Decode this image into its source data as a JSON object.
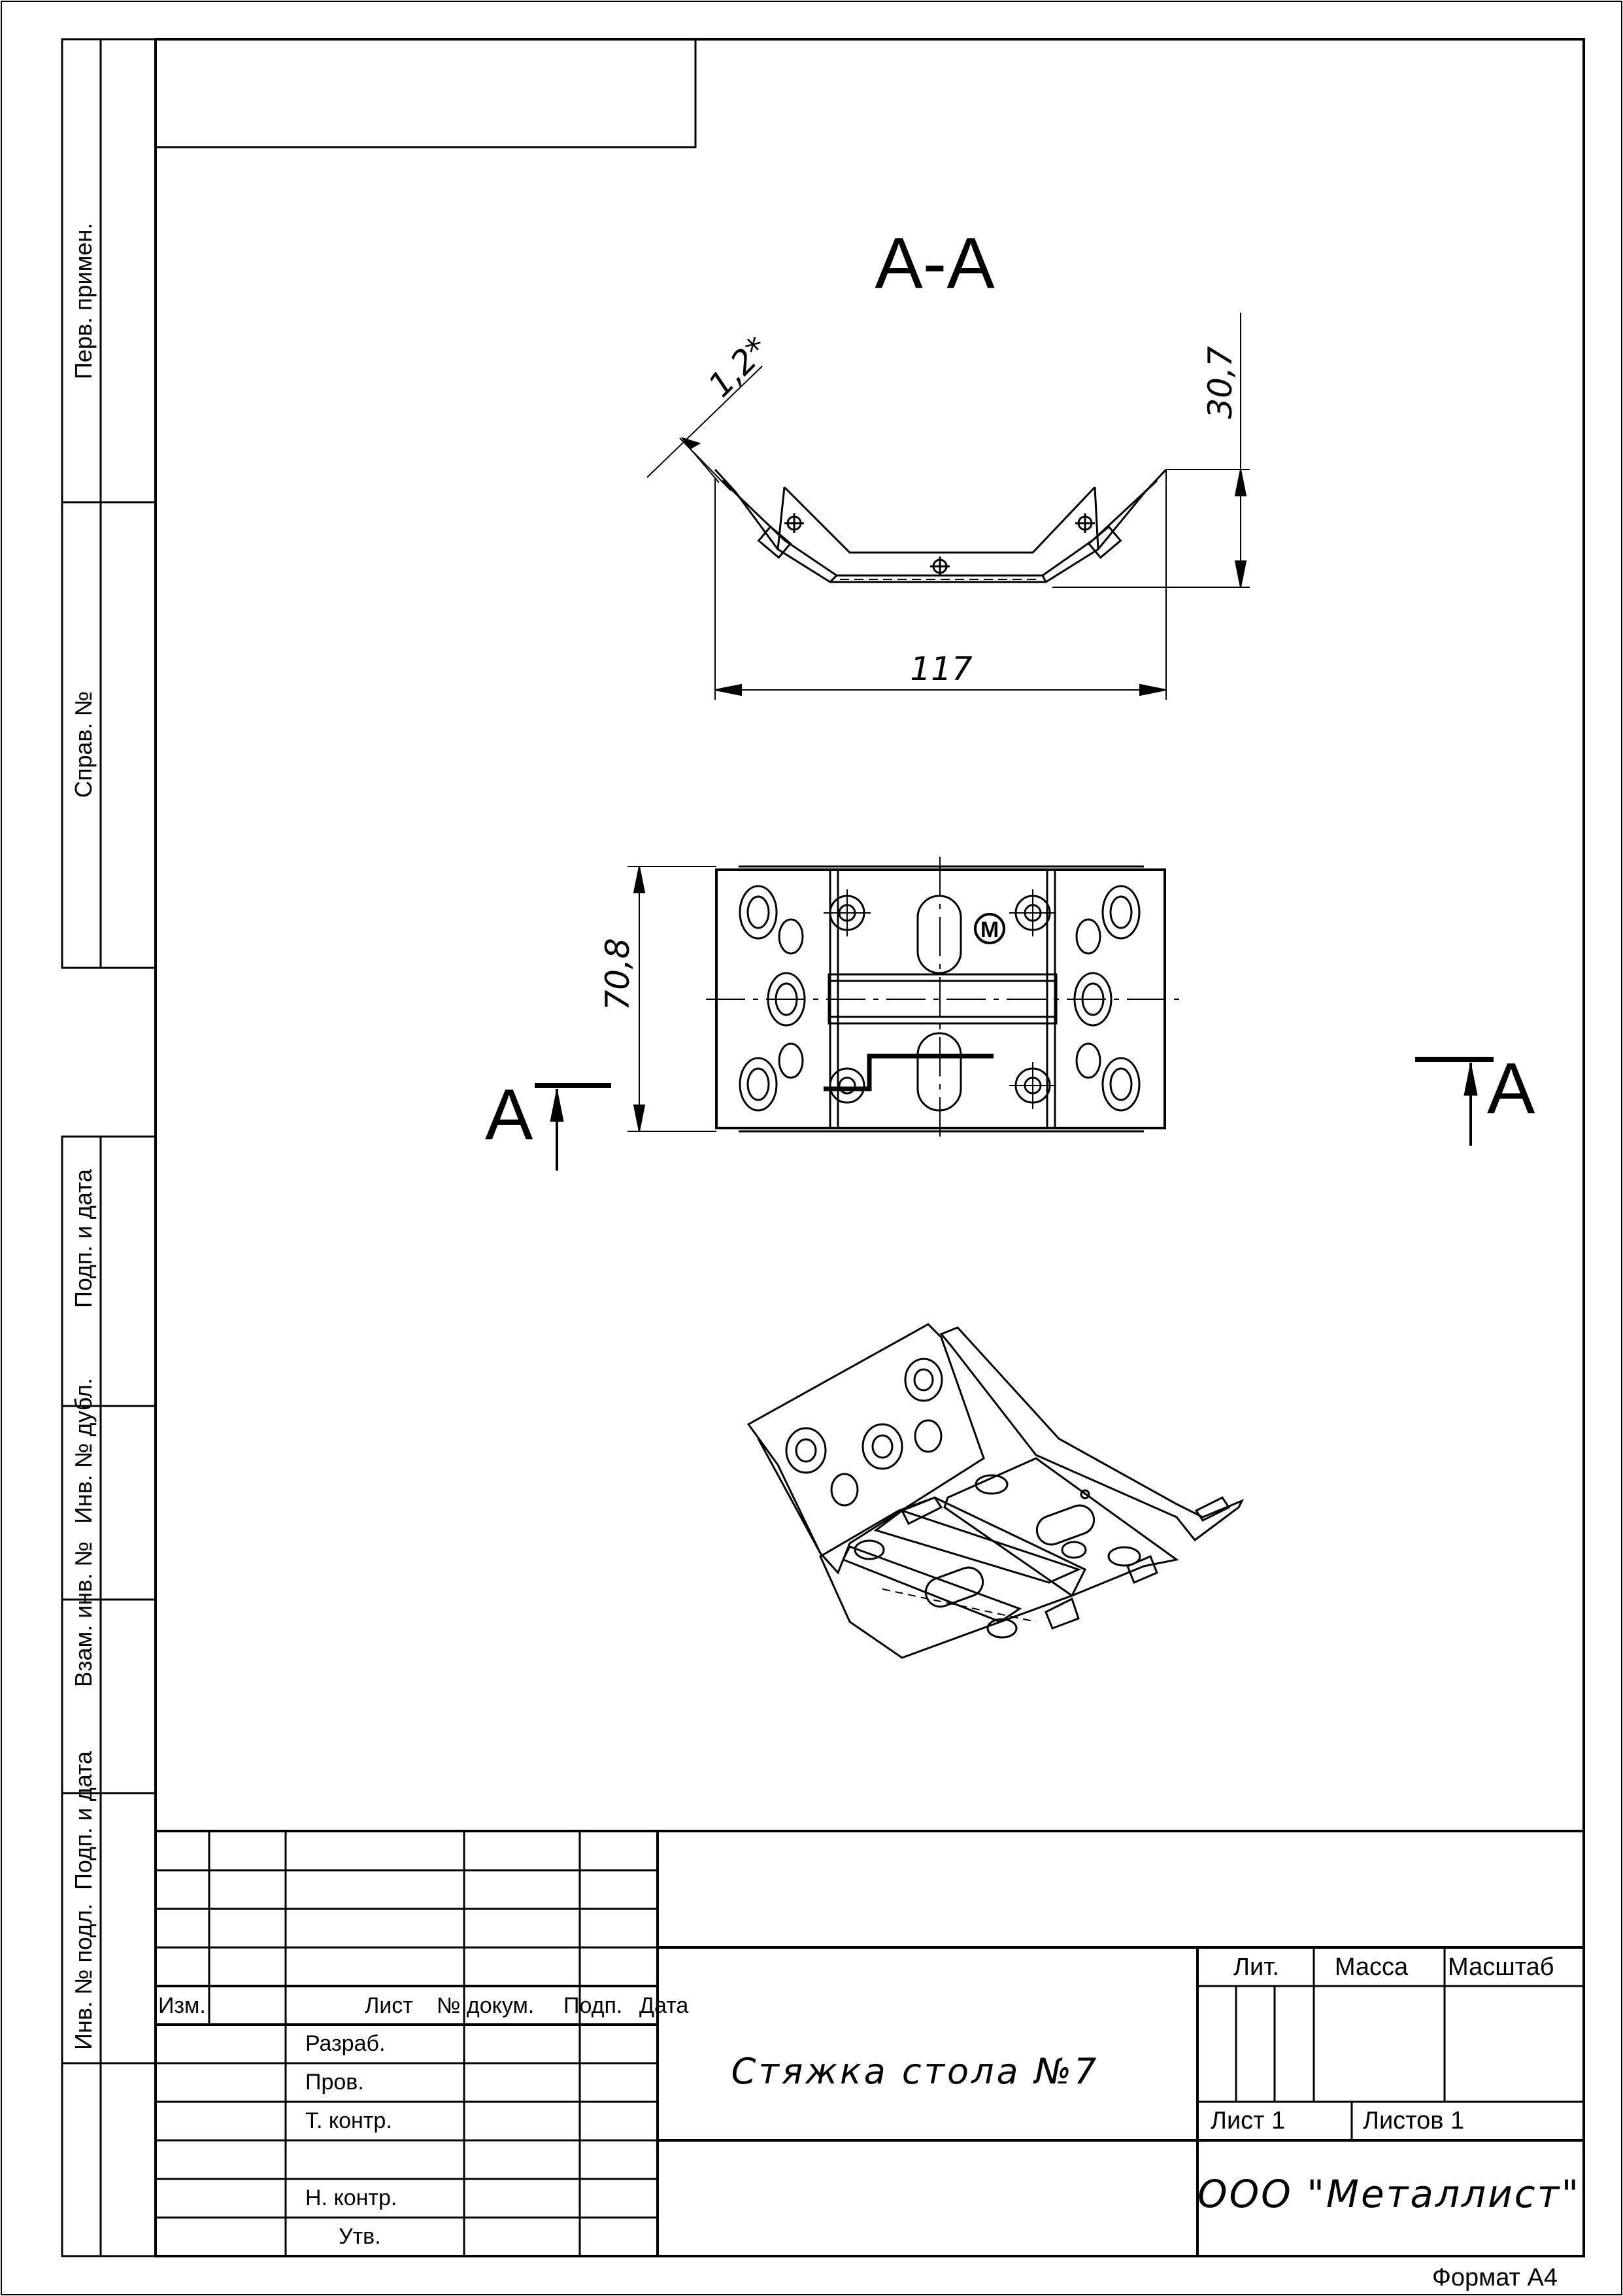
{
  "sheet": {
    "format_label": "Формат А4"
  },
  "side_strip": {
    "perv_primen": "Перв. примен.",
    "sprav_no": "Справ. №",
    "podp_data_1": "Подп. и дата",
    "inv_no_dubl": "Инв. № дубл.",
    "vzam_inv_no": "Взам. инв. №",
    "podp_data_2": "Подп. и дата",
    "inv_no_podl": "Инв. № подл."
  },
  "drawing": {
    "section_title": "А-А",
    "dim_thickness": "1,2*",
    "dim_height": "30,7",
    "dim_width": "117",
    "dim_depth": "70,8",
    "section_mark_left": "А",
    "section_mark_right": "А",
    "marking_letter": "М"
  },
  "title_block": {
    "col_izm": "Изм.",
    "col_list": "Лист",
    "col_dokum": "№ докум.",
    "col_podp": "Подп.",
    "col_data": "Дата",
    "row_razrab": "Разраб.",
    "row_prov": "Пров.",
    "row_t_kontr": "Т. контр.",
    "row_n_kontr": "Н. контр.",
    "row_utv": "Утв.",
    "designation": "Стяжка стола №7",
    "lit": "Лит.",
    "massa": "Масса",
    "masshtab": "Масштаб",
    "list": "Лист 1",
    "listov": "Листов 1",
    "organization": "ООО \"Металлист\""
  }
}
